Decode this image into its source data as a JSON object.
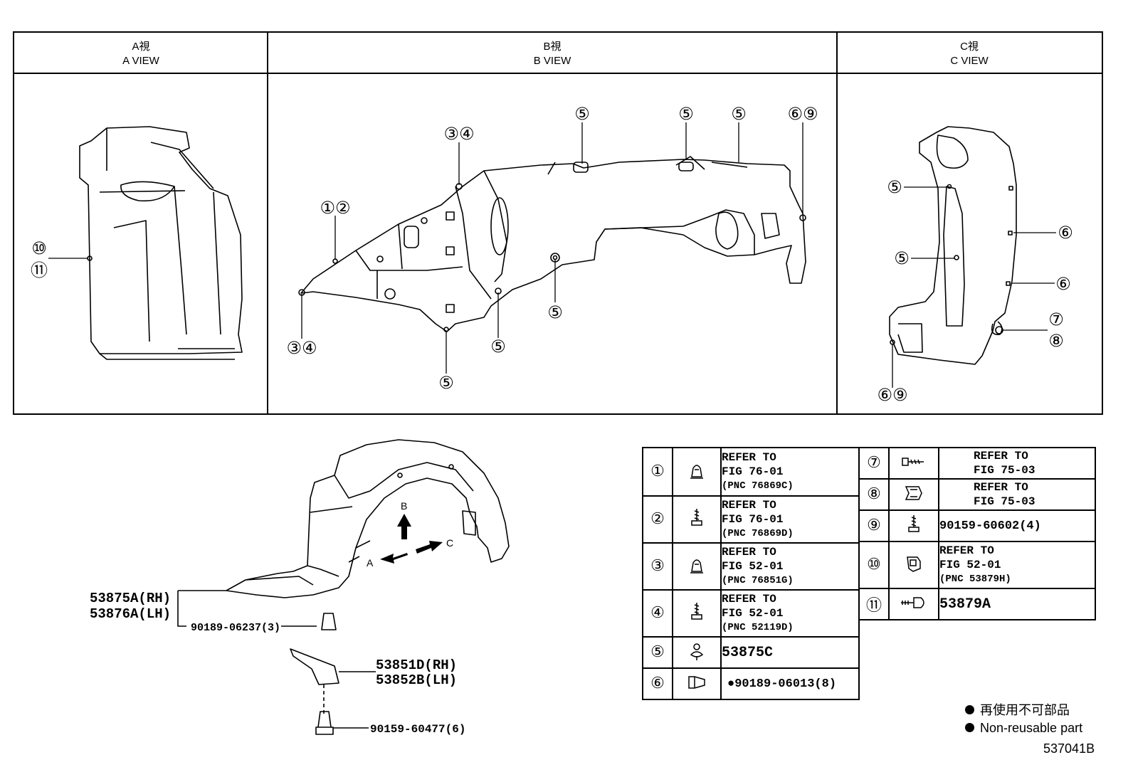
{
  "views": [
    {
      "jp": "A視",
      "en": "A VIEW"
    },
    {
      "jp": "B視",
      "en": "B VIEW"
    },
    {
      "jp": "C視",
      "en": "C VIEW"
    }
  ],
  "callouts": {
    "a_view": [
      "⑩",
      "⑪"
    ],
    "b_view": [
      "①②",
      "③④",
      "③④",
      "⑤",
      "⑤",
      "⑤",
      "⑤",
      "⑤",
      "⑤",
      "⑥⑨"
    ],
    "c_view": [
      "⑤",
      "⑤",
      "⑥",
      "⑥",
      "⑦",
      "⑧",
      "⑥⑨"
    ]
  },
  "direction_labels": {
    "a": "A",
    "b": "B",
    "c": "C"
  },
  "part_labels": {
    "liner_rh": "53875A(RH)",
    "liner_lh": "53876A(LH)",
    "clip": "90189-06237(3)",
    "bracket_rh": "53851D(RH)",
    "bracket_lh": "53852B(LH)",
    "screw": "90159-60477(6)"
  },
  "parts_left": [
    {
      "num": "①",
      "icon": "clip-icon",
      "l1": "REFER TO",
      "l2": "FIG 76-01",
      "l3": "(PNC 76869C)"
    },
    {
      "num": "②",
      "icon": "screw-icon",
      "l1": "REFER TO",
      "l2": "FIG 76-01",
      "l3": "(PNC 76869D)"
    },
    {
      "num": "③",
      "icon": "clip-icon",
      "l1": "REFER TO",
      "l2": "FIG 52-01",
      "l3": "(PNC 76851G)"
    },
    {
      "num": "④",
      "icon": "screw-icon",
      "l1": "REFER TO",
      "l2": "FIG 52-01",
      "l3": "(PNC 52119D)"
    },
    {
      "num": "⑤",
      "icon": "push-clip-icon",
      "text": "53875C"
    },
    {
      "num": "⑥",
      "icon": "grommet-icon",
      "text": "●90189-06013(8)"
    }
  ],
  "parts_right": [
    {
      "num": "⑦",
      "icon": "tapping-screw-icon",
      "l1": "REFER TO",
      "l2": "FIG 75-03"
    },
    {
      "num": "⑧",
      "icon": "nut-clip-icon",
      "l1": "REFER TO",
      "l2": "FIG 75-03"
    },
    {
      "num": "⑨",
      "icon": "screw-icon",
      "text": "90159-60602(4)"
    },
    {
      "num": "⑩",
      "icon": "bracket-clip-icon",
      "l1": "REFER TO",
      "l2": "FIG 52-01",
      "l3": "(PNC 53879H)"
    },
    {
      "num": "⑪",
      "icon": "rivet-icon",
      "text": "53879A"
    }
  ],
  "legend": {
    "jp": "再使用不可部品",
    "en": "Non-reusable part"
  },
  "figure_id": "537041B"
}
